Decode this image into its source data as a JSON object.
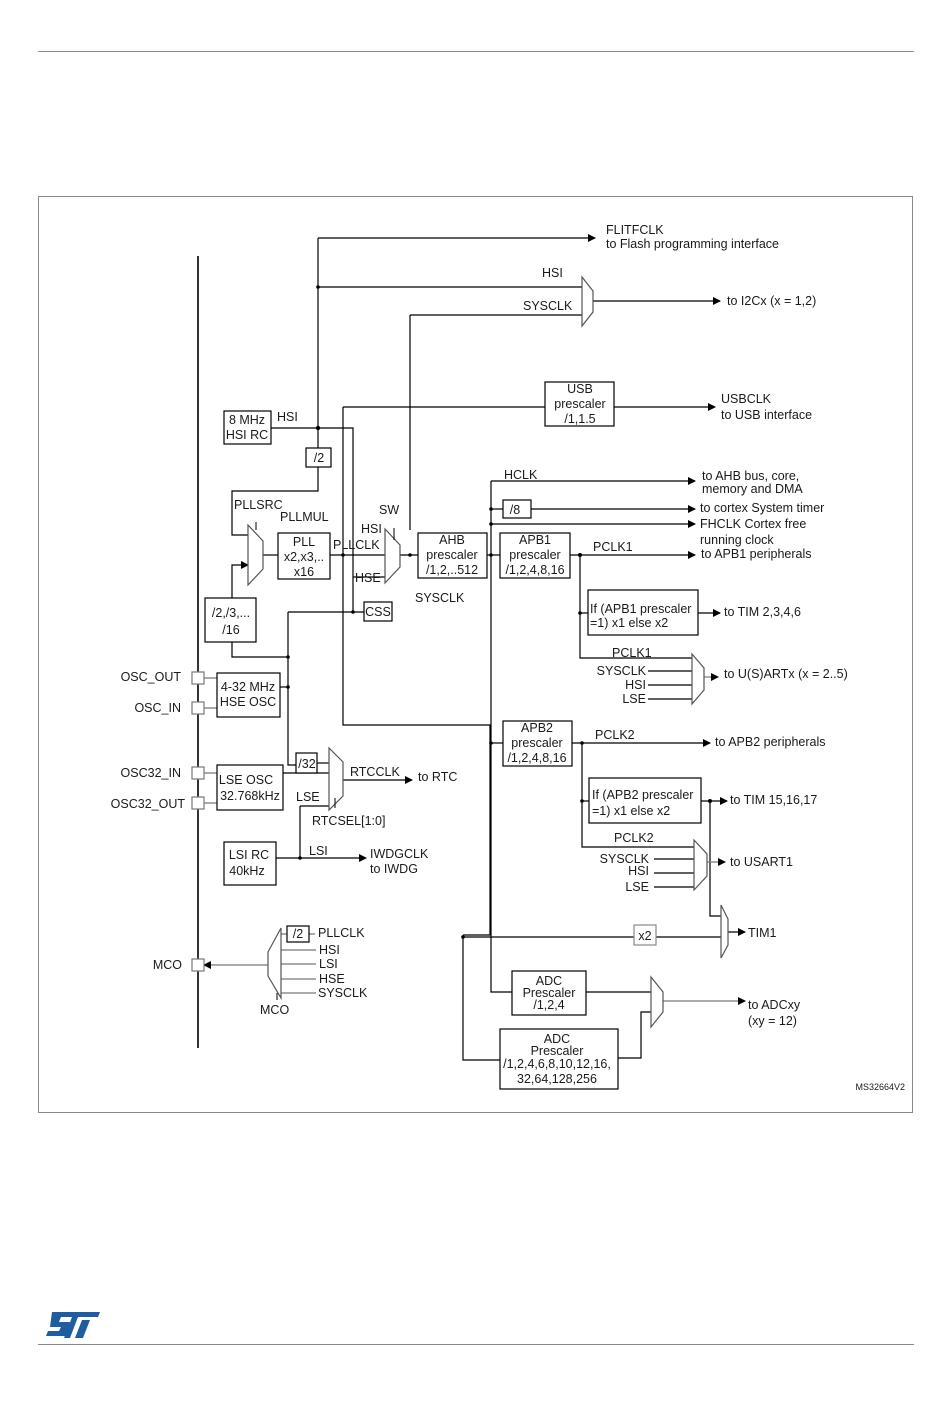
{
  "document": {
    "figure_id": "MS32664V2",
    "logo": "ST"
  },
  "blocks": {
    "hsi_rc": [
      "8 MHz",
      "HSI RC"
    ],
    "div2_hsi": "/2",
    "pll": [
      "PLL",
      "x2,x3,..",
      "x16"
    ],
    "prediv": [
      "/2,/3,...",
      "/16"
    ],
    "css": "CSS",
    "hse_osc": [
      "4-32 MHz",
      "HSE OSC"
    ],
    "lse_osc": [
      "LSE OSC",
      "32.768kHz"
    ],
    "lsi_rc": [
      "LSI RC",
      "40kHz"
    ],
    "div32": "/32",
    "usb_prescaler": [
      "USB",
      "prescaler",
      "/1,1.5"
    ],
    "ahb_prescaler": [
      "AHB",
      "prescaler",
      "/1,2,..512"
    ],
    "apb1_prescaler": [
      "APB1",
      "prescaler",
      "/1,2,4,8,16"
    ],
    "apb2_prescaler": [
      "APB2",
      "prescaler",
      "/1,2,4,8,16"
    ],
    "div8": "/8",
    "tim_apb1": [
      "If (APB1 prescaler",
      "=1) x1 else x2"
    ],
    "tim_apb2": [
      "If (APB2 prescaler",
      "=1) x1 else x2"
    ],
    "x2": "x2",
    "adc_prescaler_1": [
      "ADC",
      "Prescaler",
      "/1,2,4"
    ],
    "adc_prescaler_2": [
      "ADC",
      "Prescaler",
      "/1,2,4,6,8,10,12,16,",
      "32,64,128,256"
    ],
    "mco_div2": "/2"
  },
  "labels": {
    "hsi": "HSI",
    "sysclk": "SYSCLK",
    "pllsrc": "PLLSRC",
    "pllmul": "PLLMUL",
    "pllclk": "PLLCLK",
    "sw": "SW",
    "hse": "HSE",
    "hclk": "HCLK",
    "pclk1": "PCLK1",
    "pclk2": "PCLK2",
    "lse": "LSE",
    "lsi": "LSI",
    "rtcclk": "RTCCLK",
    "rtcsel": "RTCSEL[1:0]",
    "mco": "MCO"
  },
  "pins": {
    "osc_out": "OSC_OUT",
    "osc_in": "OSC_IN",
    "osc32_in": "OSC32_IN",
    "osc32_out": "OSC32_OUT",
    "mco": "MCO"
  },
  "outputs": {
    "flitfclk": [
      "FLITFCLK",
      "to Flash programming interface"
    ],
    "i2c": "to I2Cx (x = 1,2)",
    "usbclk": [
      "USBCLK",
      "to USB interface"
    ],
    "ahb": [
      "to AHB bus, core,",
      "memory and DMA"
    ],
    "systick": "to cortex System timer",
    "fclk": [
      "FHCLK Cortex free",
      "running clock"
    ],
    "apb1": "to APB1 peripherals",
    "tim_apb1": "to TIM 2,3,4,6",
    "usart": "to U(S)ARTx (x = 2..5)",
    "apb2": "to APB2 peripherals",
    "tim_apb2": "to TIM 15,16,17",
    "usart1": "to USART1",
    "tim1": "TIM1",
    "rtc": "to RTC",
    "iwdg": [
      "IWDGCLK",
      "to IWDG"
    ],
    "adc": [
      "to ADCxy",
      "(xy = 12)"
    ]
  },
  "mux_inputs": {
    "usart": [
      "PCLK1",
      "SYSCLK",
      "HSI",
      "LSE"
    ],
    "usart1": [
      "PCLK2",
      "SYSCLK",
      "HSI",
      "LSE"
    ],
    "mco": [
      "PLLCLK",
      "HSI",
      "LSI",
      "HSE",
      "SYSCLK"
    ]
  }
}
